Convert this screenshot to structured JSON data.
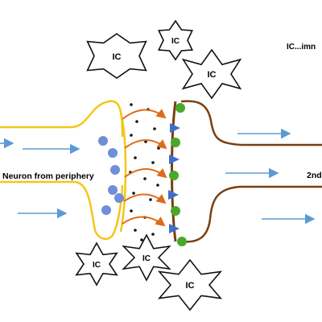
{
  "labels": {
    "neuron": "Neuron from periphery",
    "second": "2nd",
    "ic_legend": "IC...imn"
  },
  "stars": [
    {
      "label": "IC"
    },
    {
      "label": "IC"
    },
    {
      "label": "IC"
    },
    {
      "label": "IC"
    },
    {
      "label": "IC"
    },
    {
      "label": "IC"
    }
  ],
  "colors": {
    "presynaptic": "#f5c518",
    "postsynaptic": "#7b3f10",
    "vesicle": "#6f8fd6",
    "receptor_green": "#4aa829",
    "receptor_blue": "#3b6fcf",
    "transmission_arrow": "#e06a1a",
    "flow_arrow": "#5b9bd5",
    "star_outline": "#111111"
  }
}
